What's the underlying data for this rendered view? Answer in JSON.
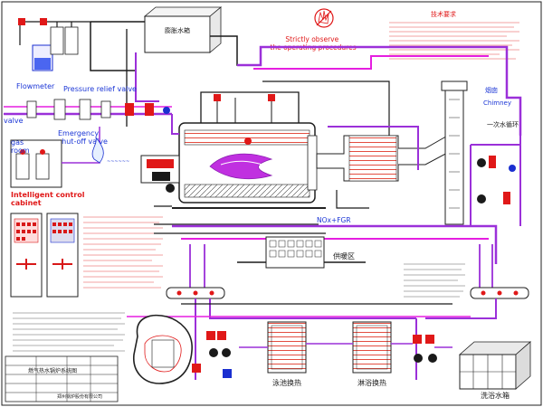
{
  "labels": {
    "top_tank": "膨胀水箱",
    "warning": "Strictly observe the operating procedures",
    "spec_title": "技术要求",
    "flowmeter": "Flowmeter",
    "pressure_relief": "Pressure relief valve",
    "valve": "valve",
    "emergency": "Emergency shut-off valve",
    "gas_room": "gas room",
    "chimney_cn": "烟囱",
    "chimney_en": "Chimney",
    "primary_loop": "一次水循环",
    "nox": "NOx+FGR",
    "cabinet": "Intelligent control cabinet",
    "heating_zone": "供暖区",
    "pool_hx": "泳池换热",
    "shower_hx": "淋浴换热",
    "bath_tank": "洗浴水箱",
    "company": "郑州锅炉股份有限公司",
    "drawing_title": "燃气热水锅炉系统图"
  },
  "colors": {
    "pipe_purple": "#9b30d9",
    "pipe_magenta": "#e51ee0",
    "pipe_blue": "#1a2fd0",
    "pipe_black": "#1a1a1a",
    "accent_red": "#e01818",
    "flame": "#c030e0",
    "cabinet_red": "#d81818",
    "text_blue": "#1b36d6"
  },
  "icons": {
    "warning_hand": "hand-warning-icon",
    "flame": "flame-icon",
    "pump": "pump-icon"
  }
}
